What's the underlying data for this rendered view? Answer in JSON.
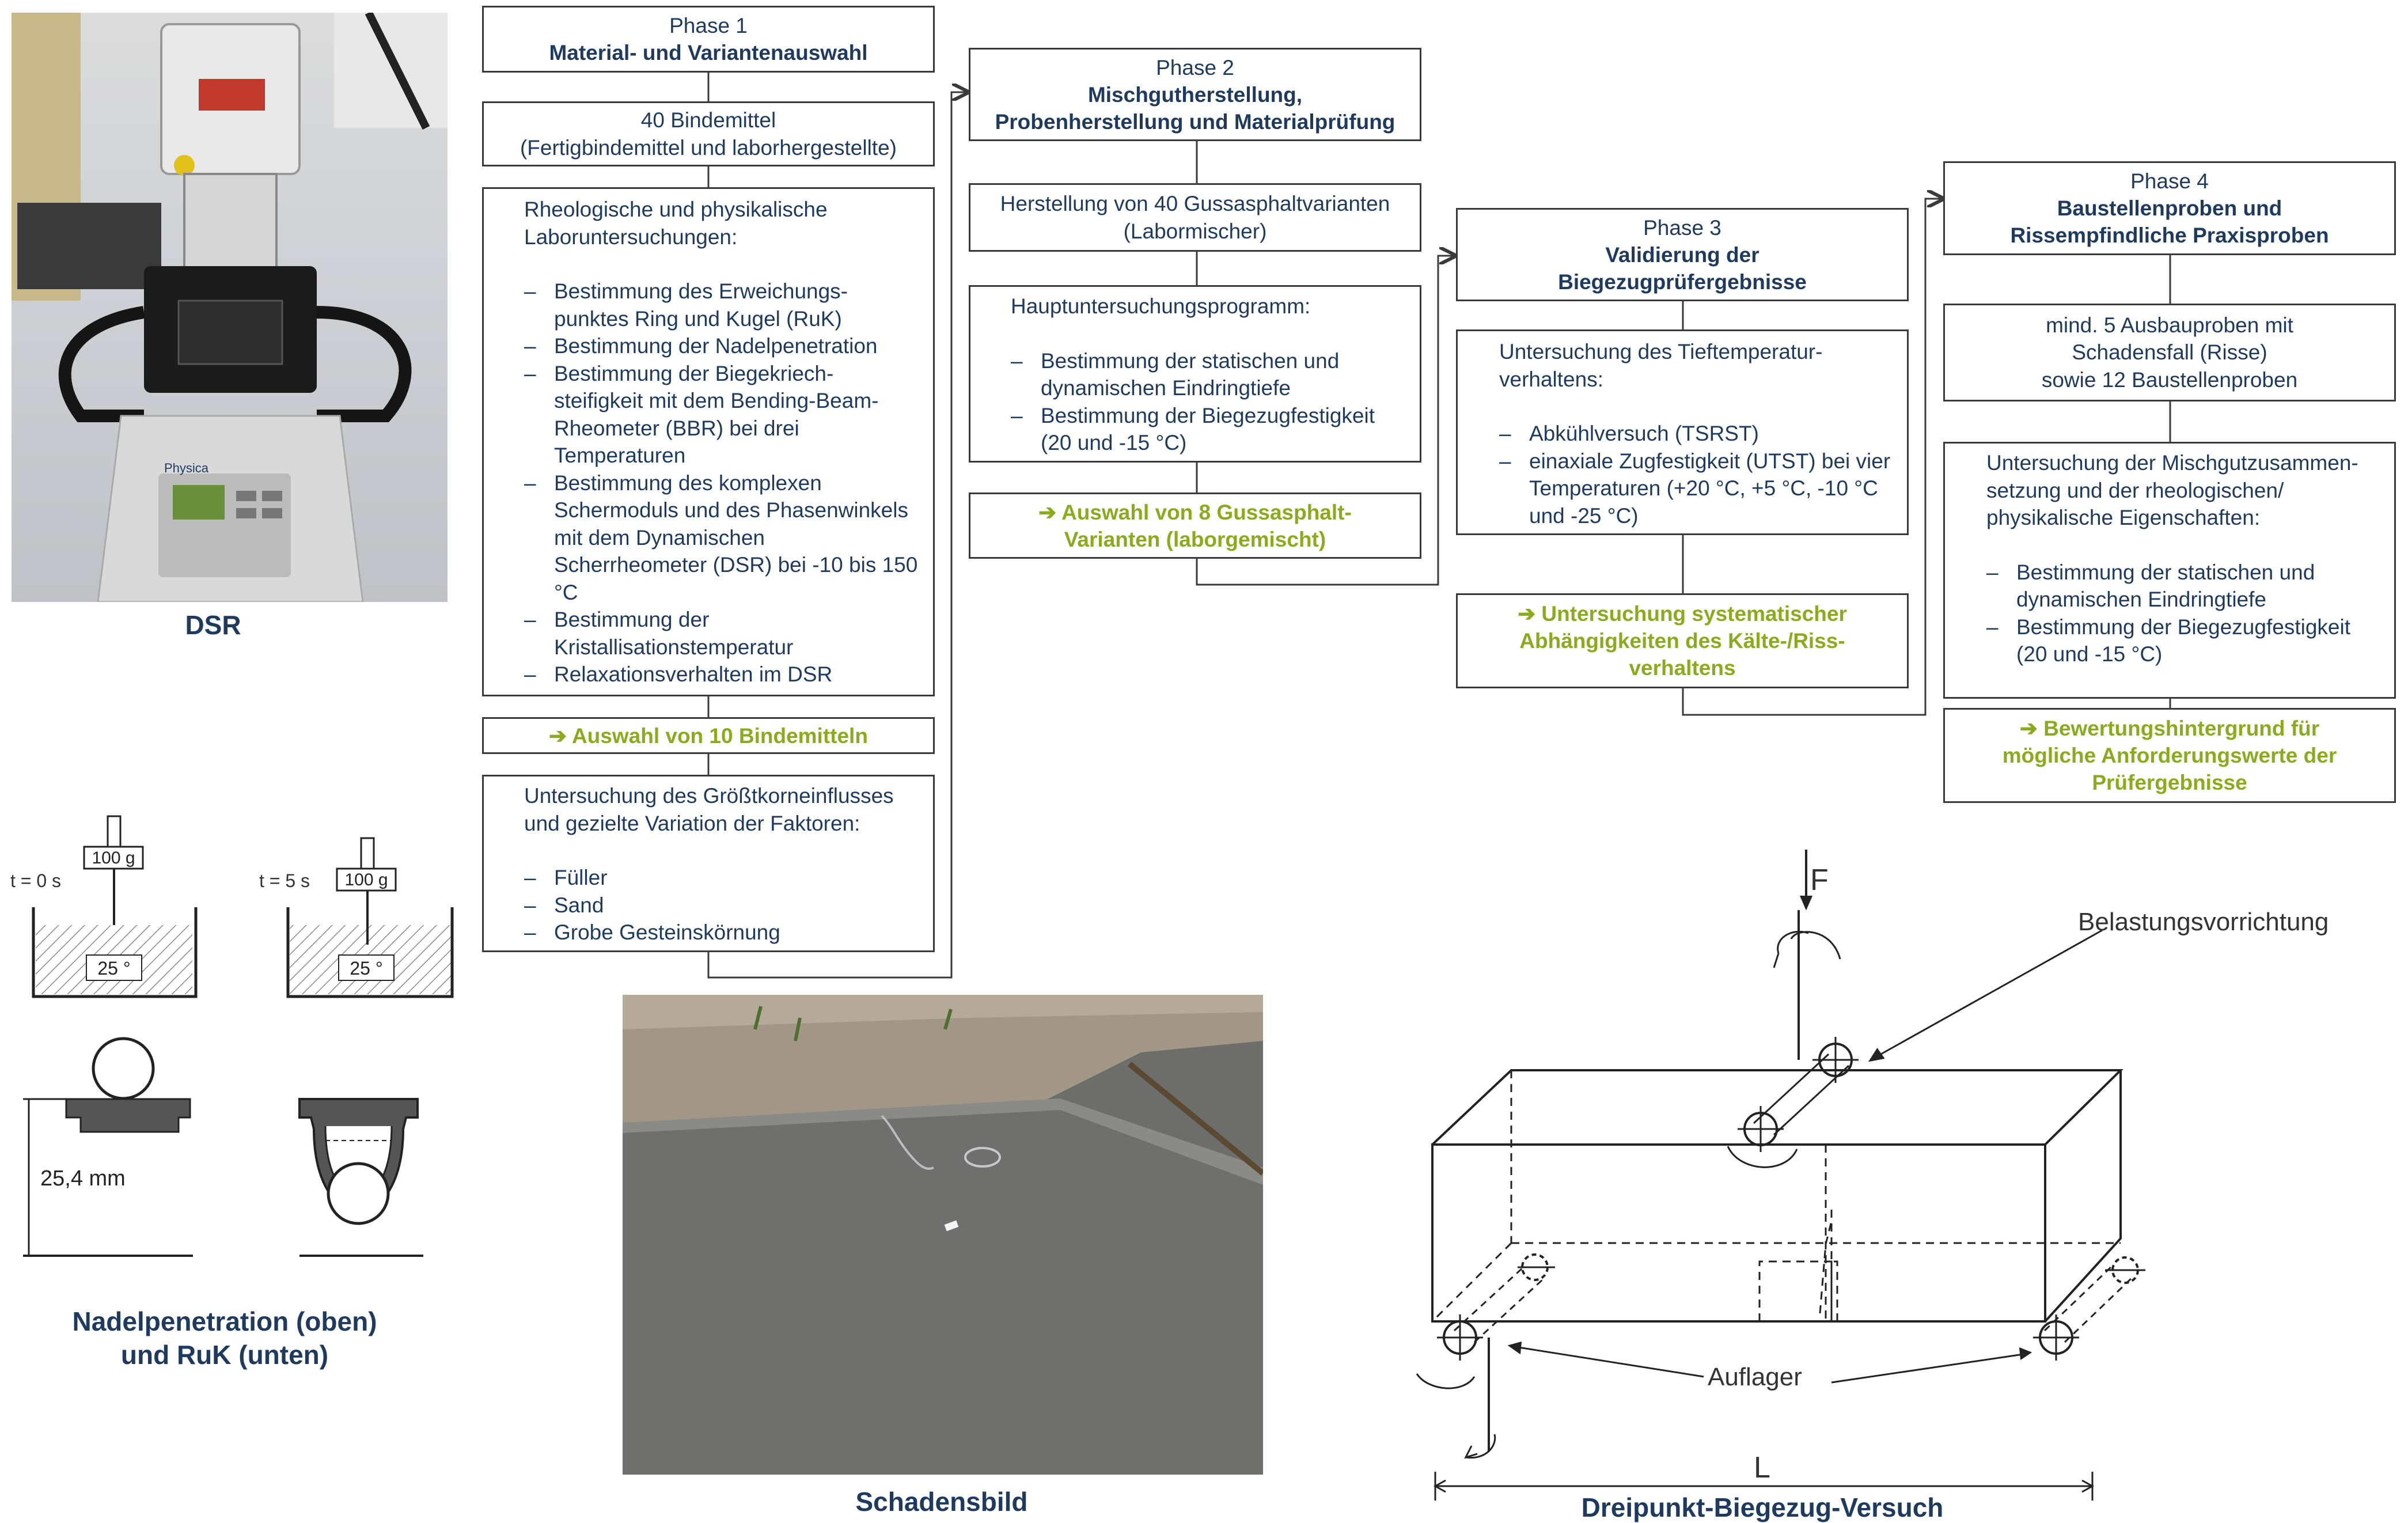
{
  "phase1": {
    "header_line1": "Phase 1",
    "header_line2": "Material- und Variantenauswahl",
    "binder_line1": "40 Bindemittel",
    "binder_line2": "(Fertigbindemittel und laborhergestellte)",
    "rheo_title_line1": "Rheologische und physikalische",
    "rheo_title_line2": "Laboruntersuchungen:",
    "rheo_items": [
      "Bestimmung des Erweichungs-punktes Ring und Kugel (RuK)",
      "Bestimmung der Nadelpenetration",
      "Bestimmung der Biegekriech-steifigkeit mit dem Bending-Beam-Rheometer (BBR) bei drei Temperaturen",
      "Bestimmung des komplexen Schermoduls und des Phasenwinkels mit dem Dynamischen Scherrheometer (DSR) bei -10 bis 150 °C",
      "Bestimmung der Kristallisationstemperatur",
      "Relaxationsverhalten im DSR"
    ],
    "result": "➔ Auswahl von 10  Bindemitteln",
    "grain_title_line1": "Untersuchung des Größtkorneinflusses",
    "grain_title_line2": "und gezielte Variation der Faktoren:",
    "grain_items": [
      "Füller",
      "Sand",
      "Grobe Gesteinskörnung"
    ]
  },
  "phase2": {
    "header_line1": "Phase 2",
    "header_line2": "Mischgutherstellung,",
    "header_line3": "Probenherstellung und Materialprüfung",
    "prod_line1": "Herstellung von 40 Gussasphaltvarianten",
    "prod_line2": "(Labormischer)",
    "main_title": "Hauptuntersuchungsprogramm:",
    "main_items": [
      "Bestimmung der statischen und dynamischen Eindringtiefe",
      "Bestimmung der Biegezugfestigkeit  (20 und -15 °C)"
    ],
    "result_line1": "➔ Auswahl von 8 Gussasphalt-",
    "result_line2": "Varianten (laborgemischt)"
  },
  "phase3": {
    "header_line1": "Phase 3",
    "header_line2": "Validierung der",
    "header_line3": "Biegezugprüfergebnisse",
    "title_line1": "Untersuchung des Tieftemperatur-",
    "title_line2": "verhaltens:",
    "items": [
      "Abkühlversuch (TSRST)",
      "einaxiale Zugfestigkeit (UTST) bei vier Temperaturen (+20 °C, +5 °C, -10 °C und -25 °C)"
    ],
    "result_line1": "➔ Untersuchung systematischer",
    "result_line2": "Abhängigkeiten des Kälte-/Riss-",
    "result_line3": "verhaltens"
  },
  "phase4": {
    "header_line1": "Phase 4",
    "header_line2": "Baustellenproben und",
    "header_line3": "Rissempfindliche Praxisproben",
    "samples_line1": "mind. 5 Ausbauproben mit",
    "samples_line2": "Schadensfall (Risse)",
    "samples_line3": "sowie 12 Baustellenproben",
    "title": "Untersuchung der Mischgutzusammen-setzung und der rheologischen/ physikalische Eigenschaften:",
    "items": [
      "Bestimmung der statischen und dynamischen Eindringtiefe",
      "Bestimmung der Biegezugfestigkeit  (20 und -15 °C)"
    ],
    "result_line1": "➔ Bewertungshintergrund für",
    "result_line2": "mögliche Anforderungswerte der",
    "result_line3": "Prüfergebnisse"
  },
  "captions": {
    "dsr": "DSR",
    "pen_line1": "Nadelpenetration (oben)",
    "pen_line2": "und RuK (unten)",
    "damage": "Schadensbild",
    "bending": "Dreipunkt-Biegezug-Versuch"
  },
  "penetration": {
    "t0": "t = 0 s",
    "t5": "t = 5 s",
    "weight": "100 g",
    "temp": "25 °",
    "dim": "25,4 mm"
  },
  "bending_test": {
    "force": "F",
    "loading_label": "Belastungsvorrichtung",
    "support_label": "Auflager",
    "length_label": "L"
  },
  "dsr_device": {
    "brand": "Physica"
  },
  "colors": {
    "navy": "#1f3a5f",
    "green": "#8aab1e",
    "border": "#3a3a3a"
  }
}
